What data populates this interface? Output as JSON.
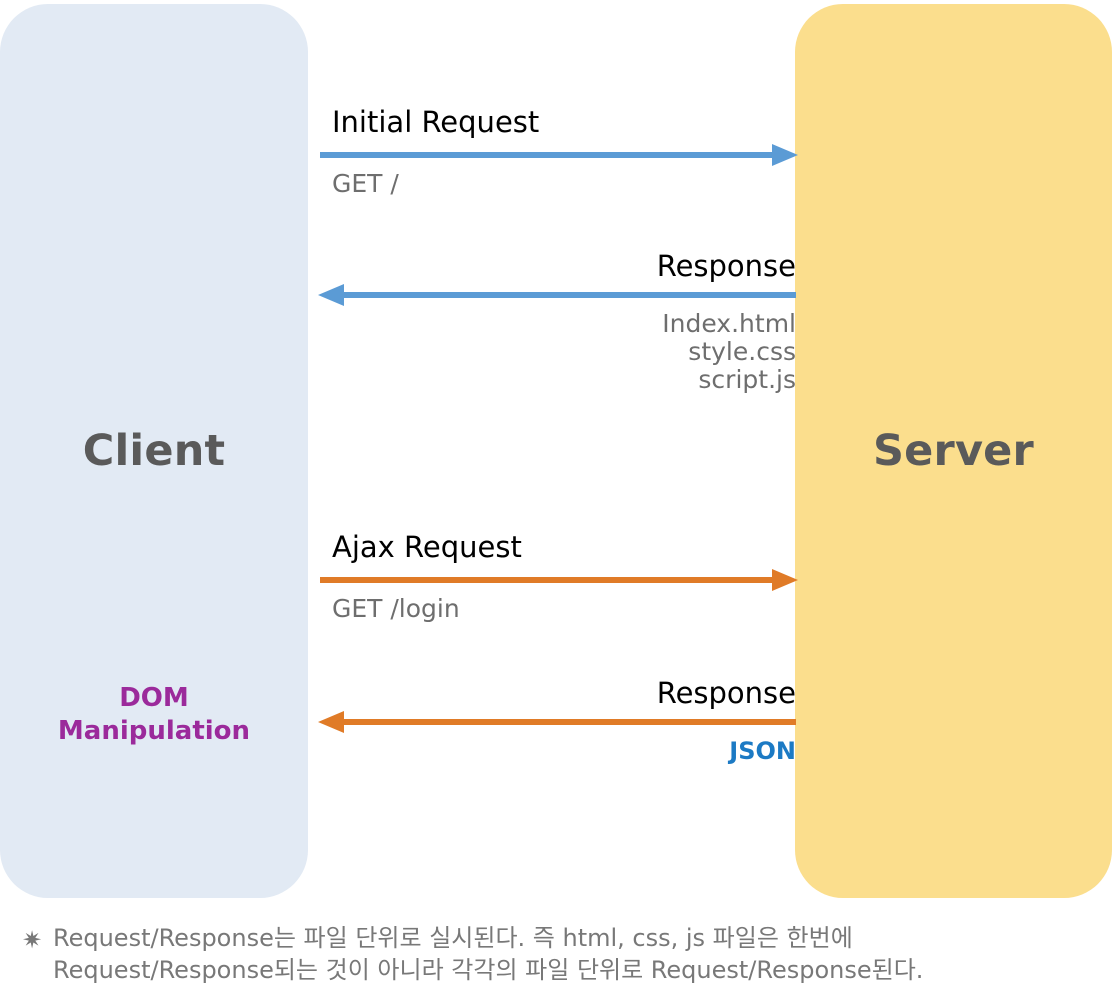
{
  "diagram": {
    "title": "Client-Server Ajax Request/Response Sequence",
    "colors": {
      "client_fill": "#E2EAF4",
      "server_fill": "#FBDE8D",
      "actor_label": "#5A5A5A",
      "initial_arrow": "#5B9BD5",
      "ajax_arrow": "#E07B27",
      "dom_note": "#9B2A9B",
      "json_label": "#1C7AC4",
      "sub_text": "#6E6E6E",
      "footer_text": "#787878"
    },
    "actors": {
      "client": {
        "label": "Client"
      },
      "server": {
        "label": "Server"
      }
    },
    "messages": [
      {
        "id": "initial-request",
        "title": "Initial Request",
        "subtitle": "GET /",
        "direction": "right",
        "color": "#5B9BD5",
        "align": "left"
      },
      {
        "id": "initial-response",
        "title": "Response",
        "subtitle": "Index.html\nstyle.css\nscript.js",
        "direction": "left",
        "color": "#5B9BD5",
        "align": "right"
      },
      {
        "id": "ajax-request",
        "title": "Ajax Request",
        "subtitle": "GET /login",
        "direction": "right",
        "color": "#E07B27",
        "align": "left"
      },
      {
        "id": "ajax-response",
        "title": "Response",
        "subtitle": "JSON",
        "direction": "left",
        "color": "#E07B27",
        "align": "right"
      }
    ],
    "dom_note": "DOM\nManipulation",
    "footer": {
      "marker": "✷",
      "text": "Request/Response는 파일 단위로 실시된다. 즉 html, css, js 파일은 한번에\nRequest/Response되는 것이 아니라 각각의 파일 단위로 Request/Response된다."
    }
  }
}
